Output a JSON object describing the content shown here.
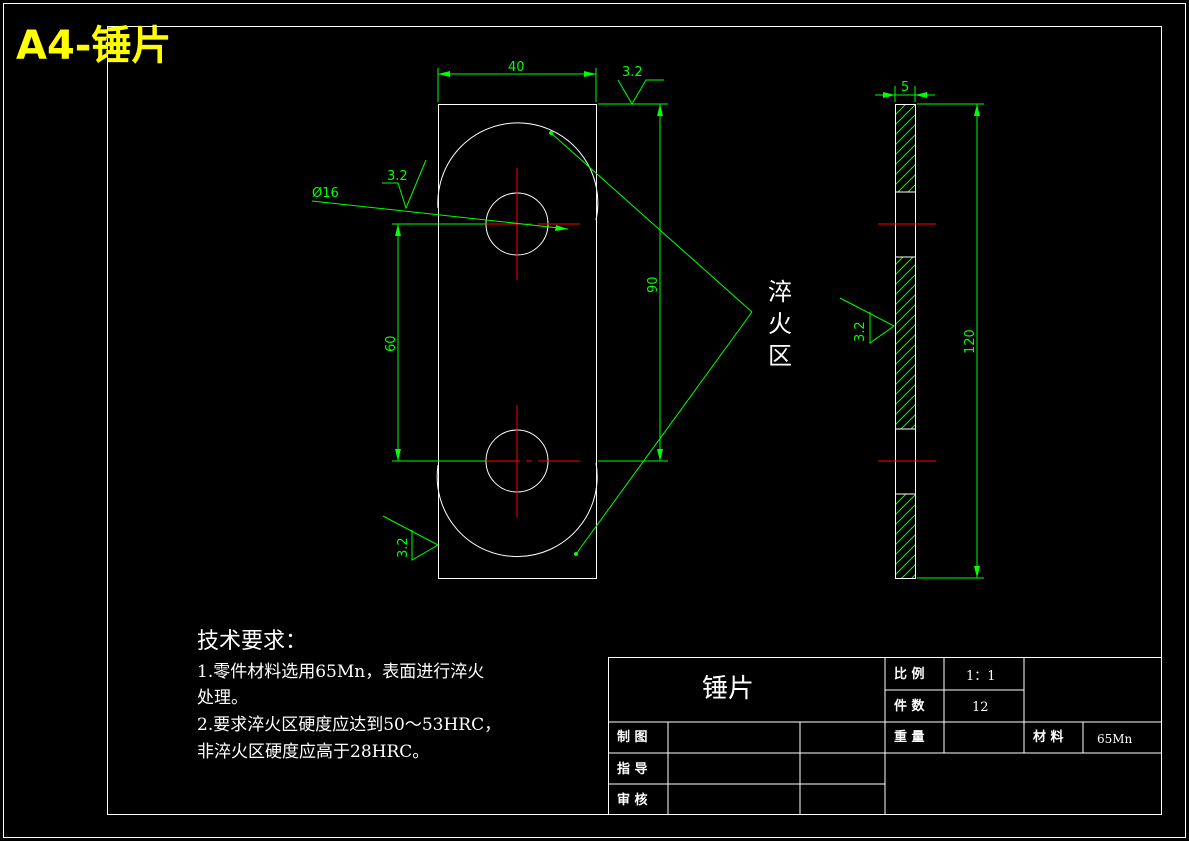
{
  "sheet": {
    "label": "A4-锤片"
  },
  "dimensions": {
    "width": "40",
    "hole_diameter": "Ø16",
    "hole_spacing": "60",
    "height_main": "90",
    "thickness": "5",
    "height_side": "120"
  },
  "roughness": {
    "value": "3.2"
  },
  "zone_label": [
    "淬",
    "火",
    "区"
  ],
  "tech_requirements": {
    "heading": "技术要求：",
    "lines": [
      "1.零件材料选用65Mn，表面进行淬火",
      "处理。",
      "2.要求淬火区硬度应达到50～53HRC，",
      "非淬火区硬度应高于28HRC。"
    ]
  },
  "title_block": {
    "part_name": "锤片",
    "scale_label": "比 例",
    "scale_value": "1：1",
    "qty_label": "件 数",
    "qty_value": "12",
    "weight_label": "重 量",
    "material_label": "材 料",
    "material_value": "65Mn",
    "drawn_label": "制 图",
    "guide_label": "指 导",
    "review_label": "审 核"
  },
  "colors": {
    "background": "#000000",
    "outline": "#ffffff",
    "dimension": "#00ff00",
    "centerline": "#ff0000",
    "sheet_label": "#ffff00"
  }
}
